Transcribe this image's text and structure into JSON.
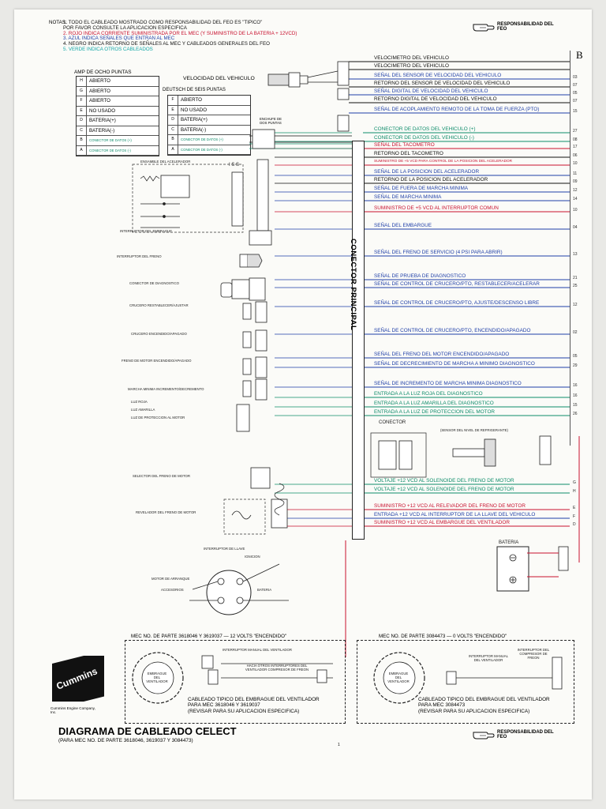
{
  "header": {
    "notes_label": "NOTAS:",
    "notes": [
      {
        "text": "1. TODO EL CABLEADO MOSTRADO COMO RESPONSABILIDAD DEL FEO ES \"TIPICO\"",
        "color": "#111111"
      },
      {
        "text": "POR FAVOR CONSULTE LA APLICACION ESPECIFICA",
        "color": "#111111"
      },
      {
        "text": "2. ROJO INDICA CORRIENTE SUMINISTRADA POR EL MEC (Y SUMINISTRO DE LA BATERIA + 12VCD)",
        "color": "#c8102e"
      },
      {
        "text": "3. AZUL INDICA SEÑALES QUE ENTRAN AL MEC",
        "color": "#1f3fa8"
      },
      {
        "text": "4. NEGRO INDICA RETORNO DE SEÑALES AL MEC Y CABLEADOS GENERALES DEL FEO",
        "color": "#111111"
      },
      {
        "text": "5. VERDE INDICA OTROS CABLEADOS",
        "color": "#12a6a6"
      }
    ],
    "responsibility": "RESPONSABILIDAD DEL FEO"
  },
  "tables": {
    "amp8": {
      "title": "AMP DE OCHO PUNTAS",
      "rows": [
        {
          "pin": "H",
          "label": "ABIERTO"
        },
        {
          "pin": "G",
          "label": "ABIERTO"
        },
        {
          "pin": "F",
          "label": "ABIERTO"
        },
        {
          "pin": "E",
          "label": "NO USADO"
        },
        {
          "pin": "D",
          "label": "BATERIA(+)"
        },
        {
          "pin": "C",
          "label": "BATERIA(-)"
        },
        {
          "pin": "B",
          "label": "CONECTOR DE DATOS (+)"
        },
        {
          "pin": "A",
          "label": "CONECTOR DE DATOS (-)"
        }
      ]
    },
    "deutsch6": {
      "title": "DEUTSCH DE SEIS PUNTAS",
      "heading": "VELOCIDAD DEL VEHICULO",
      "rows": [
        {
          "pin": "F",
          "label": "ABIERTO"
        },
        {
          "pin": "E",
          "label": "NO USADO"
        },
        {
          "pin": "D",
          "label": "BATERIA(+)"
        },
        {
          "pin": "C",
          "label": "BATERIA(-)"
        },
        {
          "pin": "B",
          "label": "CONECTOR DE DATOS (+)"
        },
        {
          "pin": "A",
          "label": "CONECTOR DE DATOS (-)"
        }
      ]
    },
    "plug_two": "ENCHUFE DE DOS PUNTAS"
  },
  "main_connector": "CONECTOR PRINCIPAL",
  "signals": [
    {
      "text": "VELOCIMETRO DEL VEHICULO",
      "color": "#111111",
      "pin": ""
    },
    {
      "text": "VELOCIMETRO DEL VEHICULO",
      "color": "#111111",
      "pin": ""
    },
    {
      "text": "SEÑAL DEL SENSOR DE VELOCIDAD DEL VEHICULO",
      "color": "#1f3fa8",
      "pin": "03"
    },
    {
      "text": "RETORNO DEL SENSOR DE VELOCIDAD DEL VEHICULO",
      "color": "#111111",
      "pin": "07"
    },
    {
      "text": "SEÑAL DIGITAL DE VELOCIDAD DEL VEHICULO",
      "color": "#1f3fa8",
      "pin": "05"
    },
    {
      "text": "RETORNO DIGITAL DE VELOCIDAD DEL VEHICULO",
      "color": "#111111",
      "pin": "07"
    },
    {
      "text": "SEÑAL DE ACOPLAMIENTO REMOTO DE LA TOMA DE FUERZA (PTO)",
      "color": "#1f3fa8",
      "pin": "15"
    },
    {
      "text": "CONECTOR DE DATOS DEL VEHICULO (+)",
      "color": "#0d8c6a",
      "pin": "27"
    },
    {
      "text": "CONECTOR DE DATOS DEL VEHICULO (-)",
      "color": "#0d8c6a",
      "pin": "08"
    },
    {
      "text": "SEÑAL DEL TACOMETRO",
      "color": "#c8102e",
      "pin": "17"
    },
    {
      "text": "RETORNO DEL TACOMETRO",
      "color": "#111111",
      "pin": "06"
    },
    {
      "text": "SUMINISTRO DE +5 VCD PARA CONTROL DE LA POSICION DEL ACELERADOR",
      "color": "#c8102e",
      "pin": "10",
      "small": true
    },
    {
      "text": "SEÑAL DE LA POSICION DEL ACELERADOR",
      "color": "#1f3fa8",
      "pin": "11"
    },
    {
      "text": "RETORNO DE LA POSICION DEL ACELERADOR",
      "color": "#111111",
      "pin": "09"
    },
    {
      "text": "SEÑAL DE FUERA DE MARCHA MINIMA",
      "color": "#1f3fa8",
      "pin": "12"
    },
    {
      "text": "SEÑAL DE MARCHA MINIMA",
      "color": "#1f3fa8",
      "pin": "14"
    },
    {
      "text": "SUMINISTRO DE +5 VCD AL INTERRUPTOR COMUN",
      "color": "#c8102e",
      "pin": "10"
    },
    {
      "text": "SEÑAL DEL EMBARGUE",
      "color": "#1f3fa8",
      "pin": "04"
    },
    {
      "text": "SEÑAL DEL FRENO DE SERVICIO (4 PSI PARA ABRIR)",
      "color": "#1f3fa8",
      "pin": "13"
    },
    {
      "text": "SEÑAL DE PRUEBA DE DIAGNOSTICO",
      "color": "#1f3fa8",
      "pin": "21"
    },
    {
      "text": "SEÑAL DE CONTROL DE CRUCERO/PTO, RESTABLECER/ACELERAR",
      "color": "#1f3fa8",
      "pin": "25"
    },
    {
      "text": "SEÑAL DE CONTROL DE CRUCERO/PTO, AJUSTE/DESCENSO LIBRE",
      "color": "#1f3fa8",
      "pin": "12"
    },
    {
      "text": "SEÑAL DE CONTROL DE CRUCERO/PTO, ENCENDIDO/APAGADO",
      "color": "#1f3fa8",
      "pin": "02"
    },
    {
      "text": "SEÑAL DEL FRENO DEL MOTOR ENCENDIDO/APAGADO",
      "color": "#1f3fa8",
      "pin": "05"
    },
    {
      "text": "SEÑAL DE DECRECIMIENTO DE MARCHA A MINIMO DIAGNOSTICO",
      "color": "#1f3fa8",
      "pin": "29"
    },
    {
      "text": "SEÑAL DE INCREMENTO DE MARCHA MINIMA DIAGNOSTICO",
      "color": "#1f3fa8",
      "pin": "16"
    },
    {
      "text": "ENTRADA A LA LUZ ROJA DEL DIAGNOSTICO",
      "color": "#0d8c6a",
      "pin": "16"
    },
    {
      "text": "ENTRADA A LA LUZ AMARILLA DEL DIAGNOSTICO",
      "color": "#0d8c6a",
      "pin": "15"
    },
    {
      "text": "ENTRADA A LA LUZ DE PROTECCION DEL MOTOR",
      "color": "#0d8c6a",
      "pin": "26"
    },
    {
      "text": "VOLTAJE +12 VCD AL SOLENOIDE DEL FRENO DE MOTOR",
      "color": "#0d8c6a",
      "pin": "G"
    },
    {
      "text": "VOLTAJE +12 VCD AL SOLENOIDE DEL FRENO DE MOTOR",
      "color": "#0d8c6a",
      "pin": "H"
    },
    {
      "text": "SUMINISTRO +12 VCD AL RELEVADOR DEL FRENO DE MOTOR",
      "color": "#c8102e",
      "pin": "E"
    },
    {
      "text": "ENTRADA +12 VCD AL INTERRUPTOR DE LA LLAVE DEL VEHICULO",
      "color": "#1f3fa8",
      "pin": "F"
    },
    {
      "text": "SUMINISTRO +12 VCD AL EMBARGUE DEL VENTILADOR",
      "color": "#c8102e",
      "pin": "D"
    }
  ],
  "components": {
    "accel": "ENSAMBLE DEL ACELERADOR",
    "iss": "I S S",
    "clutch": "INTERRUPTOR DEL EMBRAGUE",
    "brake": "INTERRUPTOR DEL FRENO",
    "diag": "CONECTOR DE DIAGNOSTICO",
    "cruise1": "CRUCERO RESTABLECER/AJUSTAR",
    "cruise2": "CRUCERO ENCENDIDO/APAGADO",
    "engine_brake": "FRENO DE MOTOR ENCENDIDO/APAGADO",
    "idle": "MARCHA MINIMA INCREMENTO/DECREMENTO",
    "red_light": "LUZ ROJA",
    "amber_light": "LUZ AMARILLA",
    "protect_light": "LUZ DE PROTECCION AL MOTOR",
    "brake_selector": "SELECTOR DEL FRENO DE MOTOR",
    "relay": "REVELADOR DEL FRENO DE MOTOR",
    "connector": "CONECTOR",
    "coolant": "(SENSOR DEL NIVEL DE REFRIGERANTE)",
    "battery": "BATERIA",
    "key_switch": "INTERRUPTOR DE LLAVE",
    "ignition": "IGNICION",
    "starter": "MOTOR DE ARRANQUE",
    "accessories": "ACCESORIOS",
    "battery2": "BATERIA"
  },
  "mec_left": {
    "title": "MEC NO. DE PARTE 3618046 Y 3619037 — 12 VOLTS \"ENCENDIDO\"",
    "fan_clutch": "EMBRAGUE DEL VENTILADOR",
    "manual_switch": "INTERRUPTOR MANUAL DEL VENTILADOR",
    "pressure": "HACIA OTROS INTERRUPTORES DEL VENTILADOR COMPRESOR DE FREON",
    "caption1": "CABLEADO TIPICO DEL EMBRAGUE DEL VENTILADOR",
    "caption2": "PARA MEC 3618046 Y 3619037",
    "caption3": "(REVISAR PARA SU APLICACION ESPECIFICA)"
  },
  "mec_right": {
    "title": "MEC NO. DE PARTE 3084473 — 0 VOLTS \"ENCENDIDO\"",
    "fan_clutch": "EMBRAGUE DEL VENTILADOR",
    "manual_switch": "INTERRUPTOR MANUAL DEL VENTILADOR",
    "pressure": "INTERRUPTOR DEL COMPRESOR DE FREON",
    "caption1": "CABLEADO TIPICO DEL EMBRAGUE DEL VENTILADOR",
    "caption2": "PARA MEC 3084473",
    "caption3": "(REVISAR PARA SU APLICACION ESPECIFICA)"
  },
  "footer": {
    "brand": "Cummins",
    "company": "Cummins Engine Company, Inc.",
    "title": "DIAGRAMA DE CABLEADO CELECT",
    "subtitle": "(PARA MEC NO. DE PARTE 3618046, 3619037 Y 3084473)",
    "page": "1",
    "responsibility": "RESPONSABILIDAD DEL FEO",
    "edge_letter": "B"
  }
}
